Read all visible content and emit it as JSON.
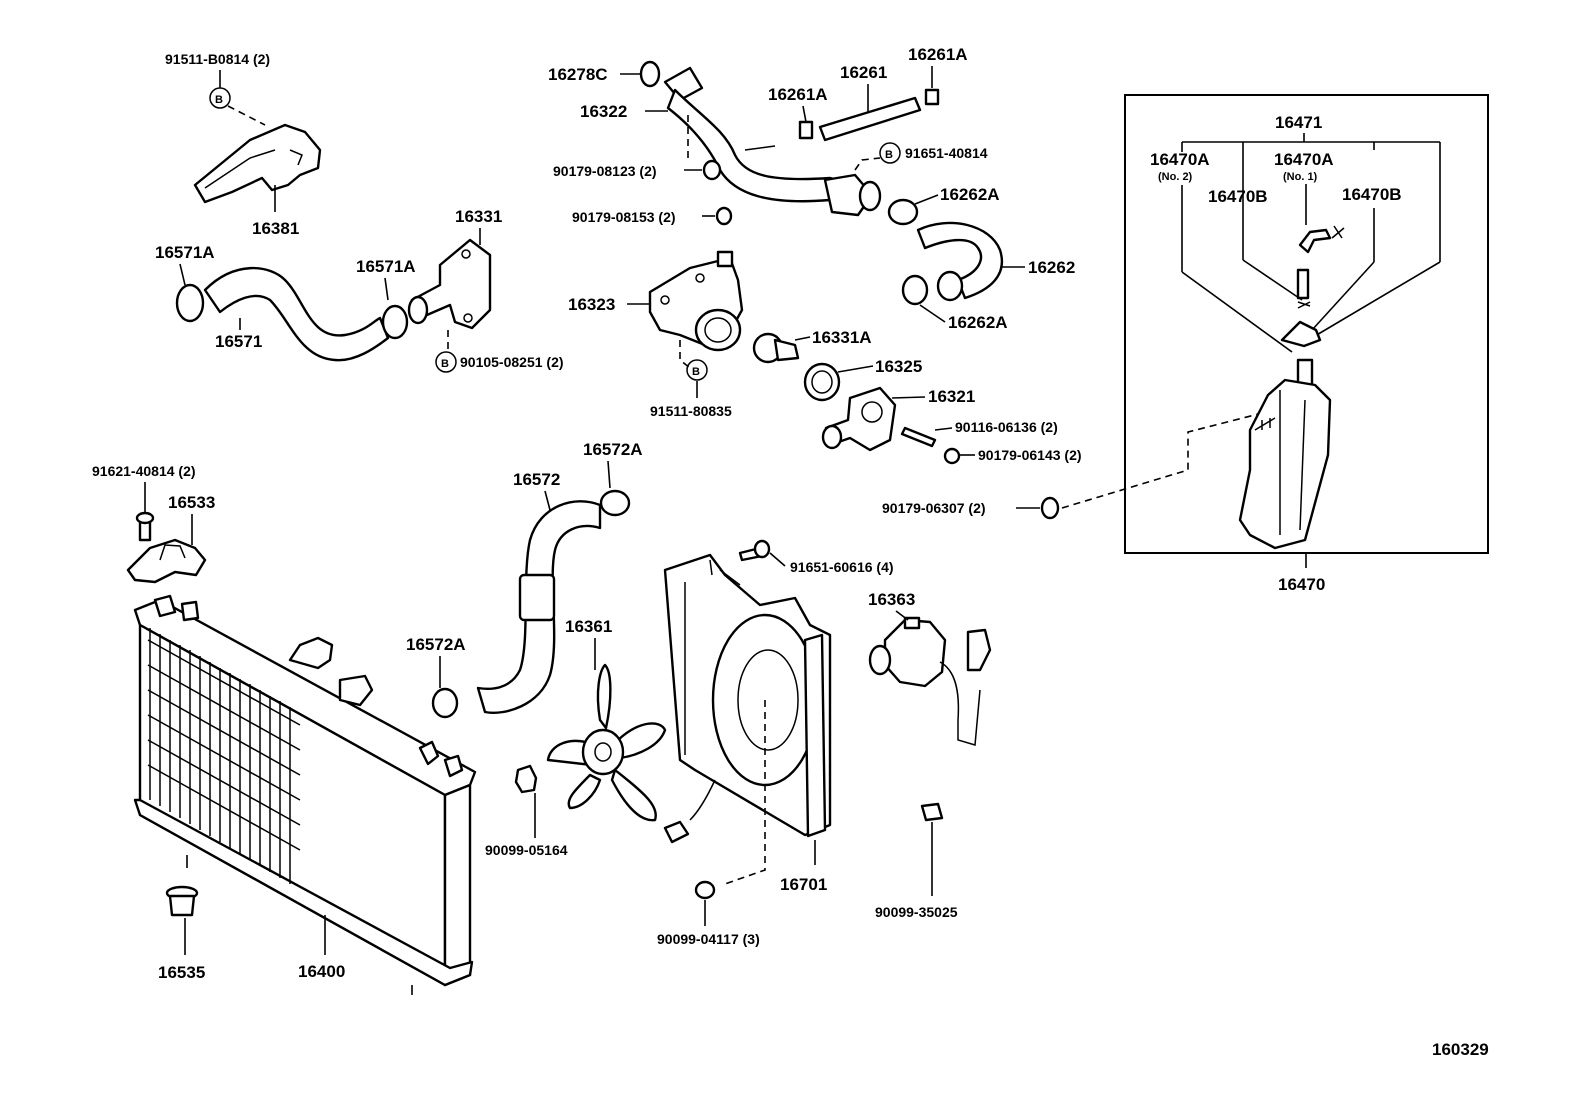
{
  "callouts": {
    "p91511_B0814": "91511-B0814 (2)",
    "p16381": "16381",
    "p16571A_left": "16571A",
    "p16571": "16571",
    "p16571A_right": "16571A",
    "p16331": "16331",
    "p90105_08251": "90105-08251 (2)",
    "p16278C": "16278C",
    "p16322": "16322",
    "p16261A_left": "16261A",
    "p16261": "16261",
    "p16261A_right": "16261A",
    "p90179_08123": "90179-08123 (2)",
    "p91651_40814": "91651-40814",
    "p90179_08153": "90179-08153 (2)",
    "p16262A_top": "16262A",
    "p16262": "16262",
    "p16262A_bottom": "16262A",
    "p16323": "16323",
    "p16331A": "16331A",
    "p16325": "16325",
    "p91511_80835": "91511-80835",
    "p16321": "16321",
    "p90116_06136": "90116-06136 (2)",
    "p90179_06143": "90179-06143 (2)",
    "p90179_06307": "90179-06307 (2)",
    "p16471": "16471",
    "p16470A_no2": "16470A",
    "p16470A_no2_sub": "(No. 2)",
    "p16470A_no1": "16470A",
    "p16470A_no1_sub": "(No. 1)",
    "p16470B_left": "16470B",
    "p16470B_right": "16470B",
    "p16470": "16470",
    "p91621_40814": "91621-40814 (2)",
    "p16533": "16533",
    "p16572": "16572",
    "p16572A_top": "16572A",
    "p16572A_bottom": "16572A",
    "p16361": "16361",
    "p91651_60616": "91651-60616 (4)",
    "p16363": "16363",
    "p90099_05164": "90099-05164",
    "p16701": "16701",
    "p90099_35025": "90099-35025",
    "p90099_04117": "90099-04117 (3)",
    "p16535": "16535",
    "p16400": "16400"
  },
  "bolt_marker": "B",
  "figure_number": "160329"
}
